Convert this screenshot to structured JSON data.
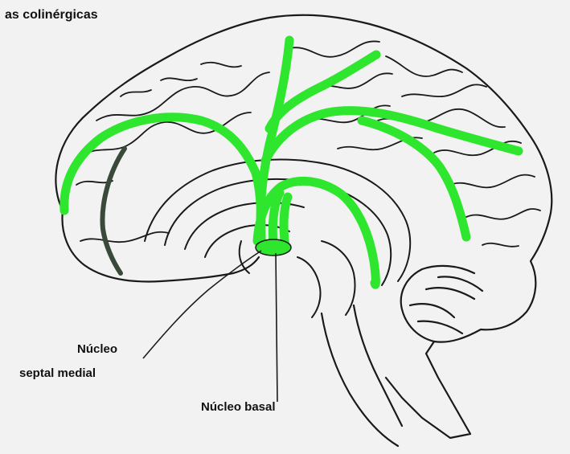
{
  "title": "as colinérgicas",
  "labels": {
    "septal_line1": "Núcleo",
    "septal_line2": "septal medial",
    "basal": "Núcleo basal"
  },
  "colors": {
    "pathway": "#2ee62e",
    "outline": "#1a1a1a",
    "background": "#f2f2f2"
  }
}
